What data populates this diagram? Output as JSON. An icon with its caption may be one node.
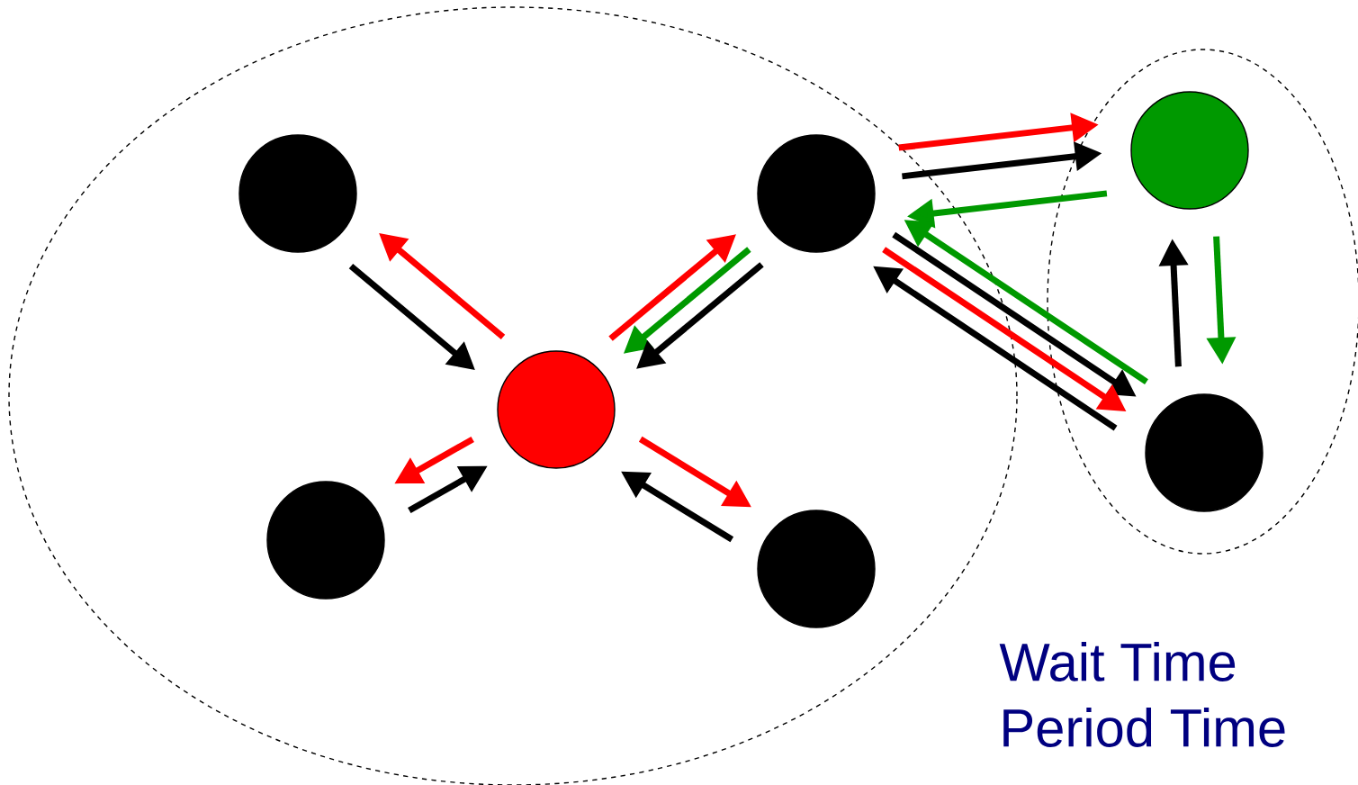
{
  "diagram": {
    "nodes": [
      {
        "text": [],
        "shape": "ellipse"
      },
      {
        "text": [],
        "shape": "ellipse"
      },
      {
        "text": [],
        "shape": "circle",
        "in": 0
      },
      {
        "text": [],
        "shape": "circle",
        "in": 0
      },
      {
        "text": [],
        "shape": "circle",
        "in": 1
      },
      {
        "text": [],
        "shape": "circle",
        "in": 0
      },
      {
        "text": [],
        "shape": "circle",
        "in": 1
      },
      {
        "text": [],
        "shape": "circle",
        "in": 0
      },
      {
        "text": [],
        "shape": "circle",
        "in": 0
      }
    ],
    "edges": [
      {
        "from": 2,
        "to": 5,
        "arrow": "to"
      },
      {
        "from": 5,
        "to": 2,
        "arrow": "to",
        "color": "#ff0000"
      },
      {
        "from": 5,
        "to": 3,
        "arrow": "to",
        "color": "#ff0000"
      },
      {
        "from": 3,
        "to": 5,
        "arrow": "to",
        "color": "#009900"
      },
      {
        "from": 3,
        "to": 5,
        "arrow": "to"
      },
      {
        "from": 7,
        "to": 5,
        "arrow": "to"
      },
      {
        "from": 5,
        "to": 7,
        "arrow": "to",
        "color": "#ff0000"
      },
      {
        "from": 8,
        "to": 5,
        "arrow": "to"
      },
      {
        "from": 5,
        "to": 8,
        "arrow": "to",
        "color": "#ff0000"
      },
      {
        "from": 3,
        "to": 4,
        "arrow": "to",
        "color": "#ff0000"
      },
      {
        "from": 3,
        "to": 4,
        "arrow": "to"
      },
      {
        "from": 4,
        "to": 3,
        "arrow": "to",
        "color": "#009900"
      },
      {
        "from": 3,
        "to": 6,
        "arrow": "to"
      },
      {
        "from": 3,
        "to": 6,
        "arrow": "to",
        "color": "#ff0000"
      },
      {
        "from": 6,
        "to": 3,
        "arrow": "to",
        "color": "#009900"
      },
      {
        "from": 6,
        "to": 3,
        "arrow": "to"
      },
      {
        "from": 6,
        "to": 4,
        "arrow": "to"
      },
      {
        "from": 4,
        "to": 6,
        "arrow": "to",
        "color": "#009900"
      }
    ],
    "labels": [
      "Wait Time",
      "Period Time"
    ]
  }
}
